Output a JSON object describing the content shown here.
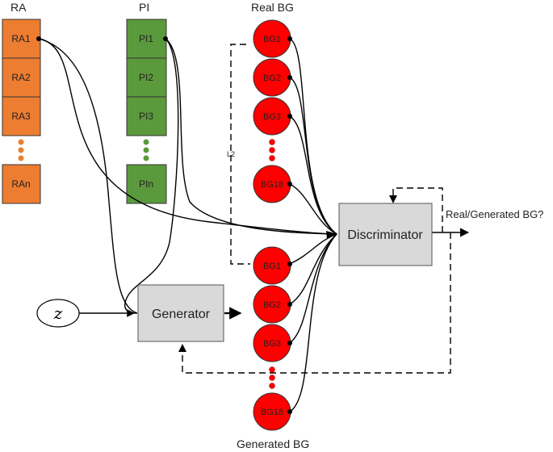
{
  "headers": {
    "ra": "RA",
    "pi": "PI",
    "real_bg": "Real BG",
    "generated_bg": "Generated BG"
  },
  "ra_blocks": [
    "RA1",
    "RA2",
    "RA3",
    "RAn"
  ],
  "pi_blocks": [
    "PI1",
    "PI2",
    "PI3",
    "PIn"
  ],
  "real_bg_nodes": [
    "BG1",
    "BG2",
    "BG3",
    "BG18"
  ],
  "generated_bg_nodes": [
    "BG1",
    "BG2",
    "BG3",
    "BG18"
  ],
  "noise_label": "z",
  "generator_label": "Generator",
  "discriminator_label": "Discriminator",
  "output_label": "Real/Generated BG?",
  "loss_label": "L2",
  "colors": {
    "ra": "#ed7d31",
    "pi": "#5b9a3c",
    "bg": "#ff0000",
    "box": "#d9d9d9"
  }
}
